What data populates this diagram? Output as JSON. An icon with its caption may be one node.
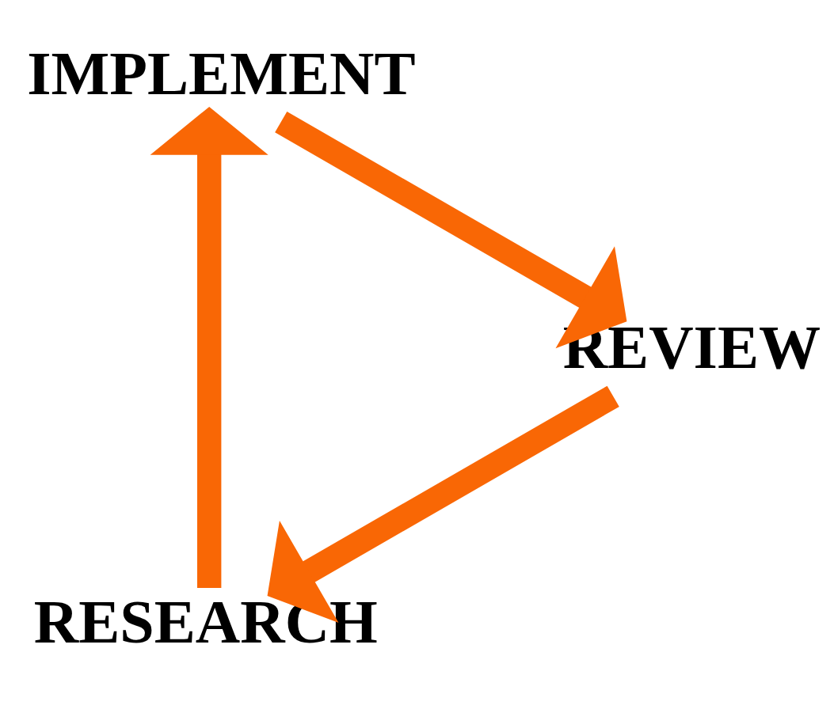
{
  "diagram": {
    "nodes": [
      {
        "text": [
          "RESEARCH"
        ]
      },
      {
        "text": [
          "IMPLEMENT"
        ]
      },
      {
        "text": [
          "REVIEW"
        ]
      }
    ],
    "edges": [
      {
        "from": 0,
        "to": 1,
        "arrow": "to"
      },
      {
        "from": 1,
        "to": 2,
        "arrow": "to"
      },
      {
        "from": 2,
        "to": 0,
        "arrow": "to"
      }
    ]
  }
}
